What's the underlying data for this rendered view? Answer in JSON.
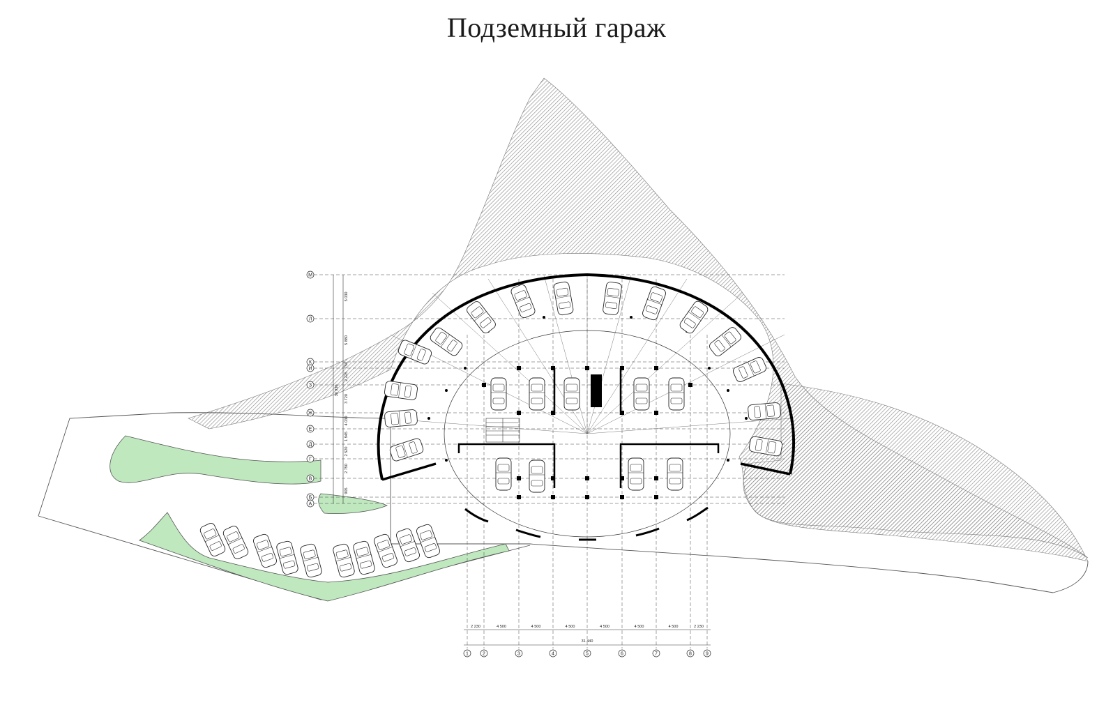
{
  "title": "Подземный гараж",
  "colors": {
    "hatch": "#8c8c8c",
    "green": "#bfe8bf",
    "wall": "#000000",
    "line": "#333333"
  },
  "grid_columns": [
    "1",
    "2",
    "3",
    "4",
    "5",
    "6",
    "7",
    "8",
    "9"
  ],
  "grid_rows": [
    "М",
    "Л",
    "К",
    "И",
    "З",
    "Ж",
    "Е",
    "Д",
    "Г",
    "В",
    "Б",
    "А"
  ],
  "column_dims": [
    "2 230",
    "4 500",
    "4 500",
    "4 500",
    "4 500",
    "4 500",
    "4 500",
    "2 230"
  ],
  "column_total": "31 440",
  "row_dims": [
    "5 030",
    "5 880",
    "750",
    "2 225",
    "3 720",
    "4 030",
    "1 945",
    "2 520",
    "2 750",
    "905"
  ],
  "row_total": "30 930"
}
